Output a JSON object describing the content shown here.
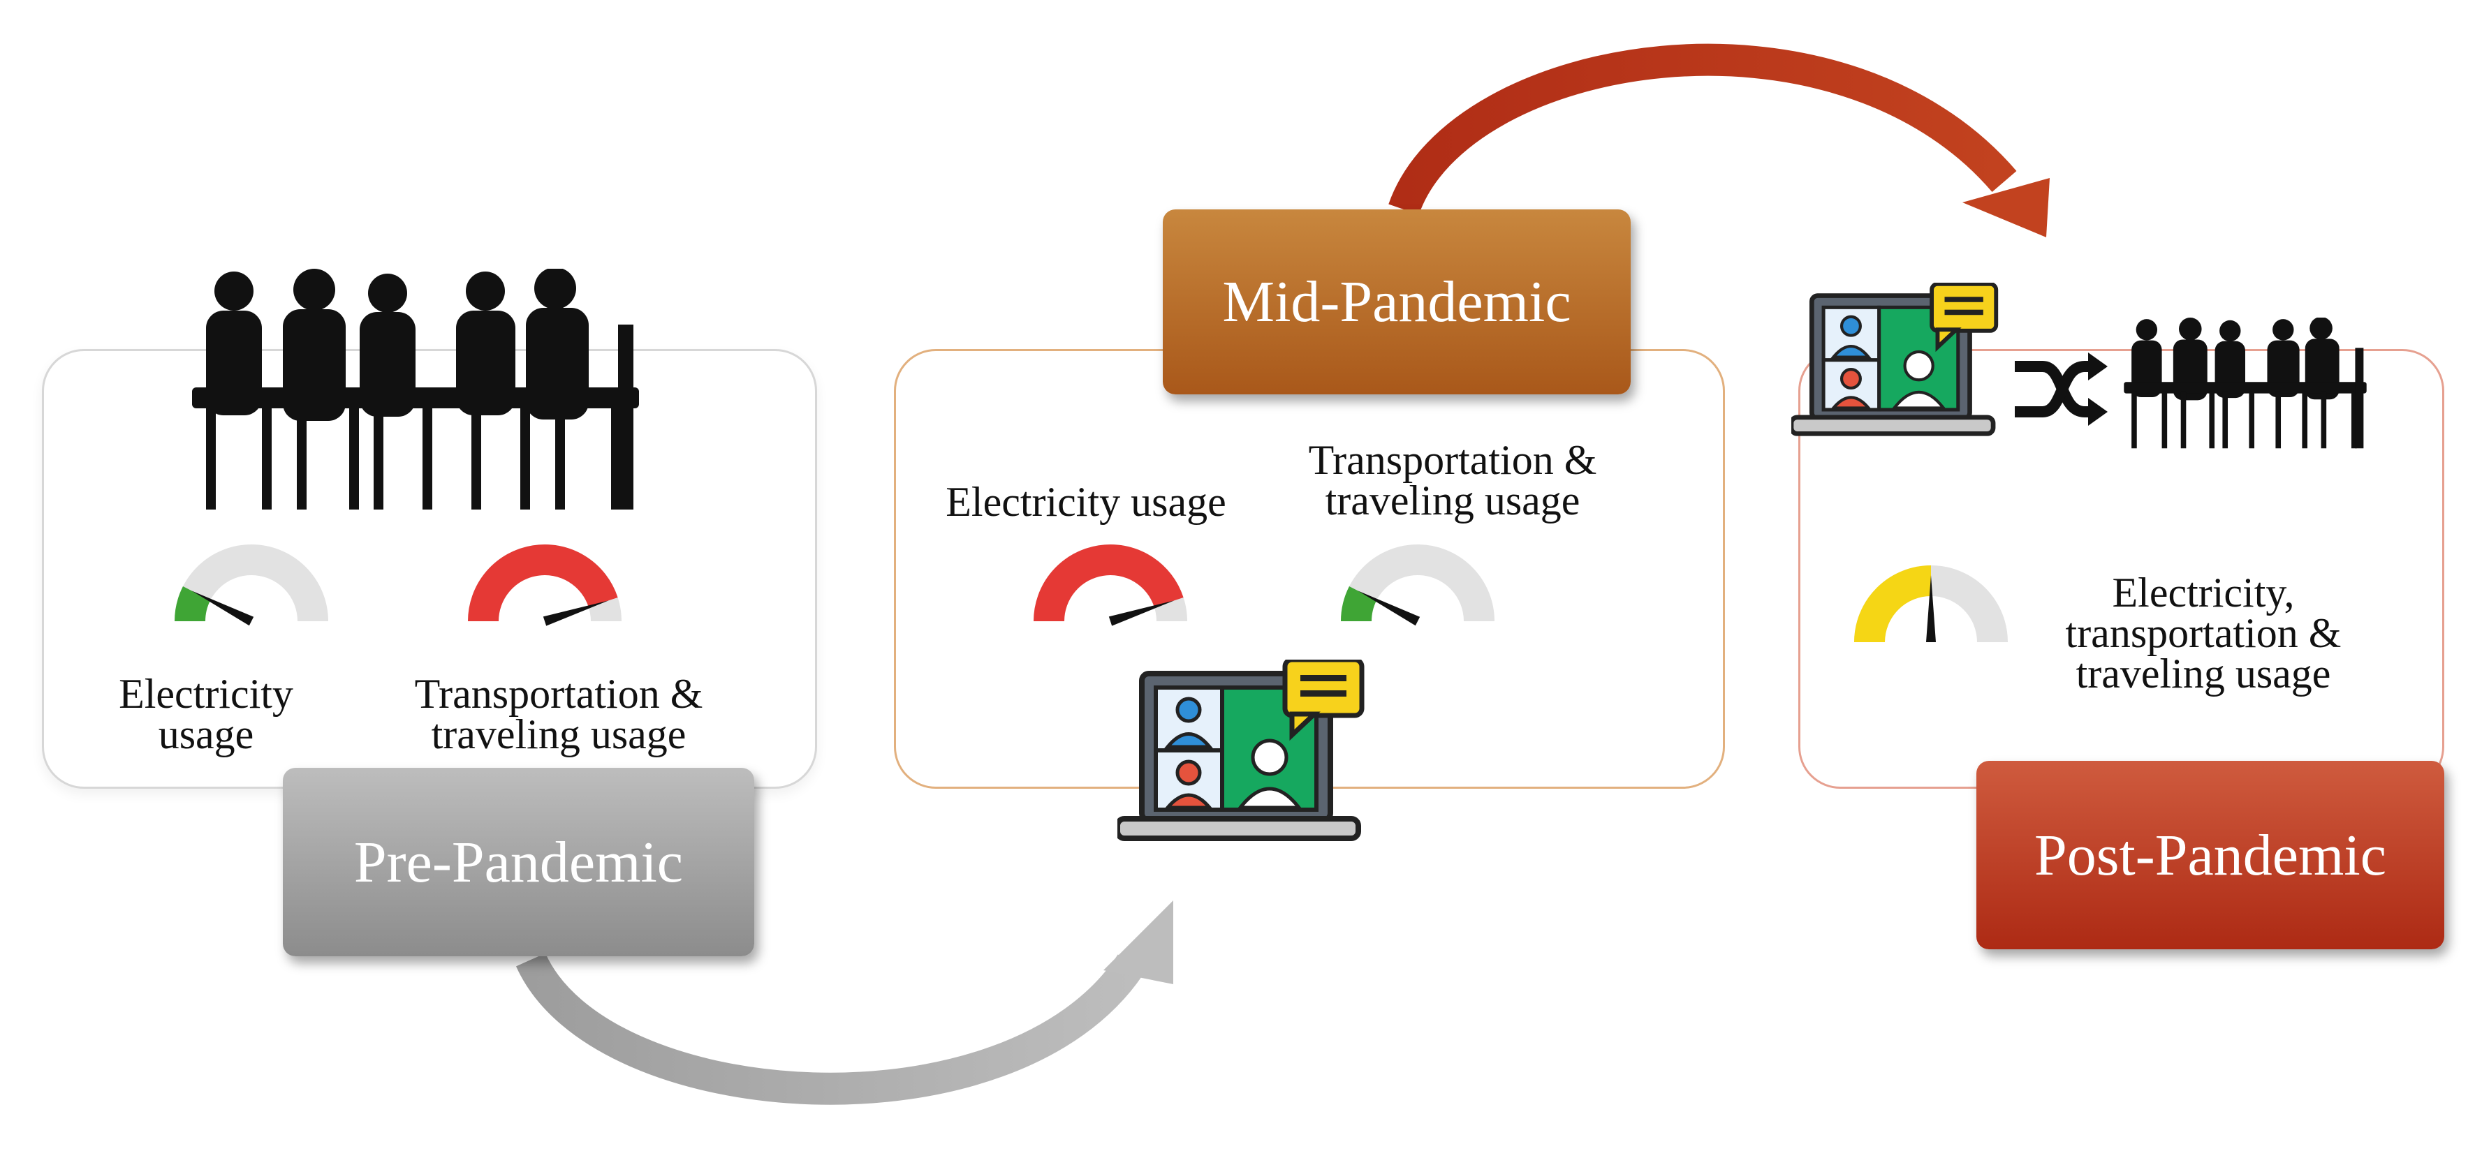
{
  "stages": {
    "pre": {
      "title": "Pre-Pandemic",
      "gauge1_label": "Electricity",
      "gauge1_label_2": "usage",
      "gauge2_label": "Transportation &",
      "gauge2_label_2": "traveling usage"
    },
    "mid": {
      "title": "Mid-Pandemic",
      "gauge1_label": "Electricity  usage",
      "gauge2_label": "Transportation &",
      "gauge2_label_2": "traveling usage"
    },
    "post": {
      "title": "Post-Pandemic",
      "gauge_label": "Electricity,",
      "gauge_label_2": "transportation &",
      "gauge_label_3": "traveling usage"
    }
  },
  "gauge_levels": {
    "pre_electricity": 0.15,
    "pre_transport": 0.9,
    "mid_electricity": 0.9,
    "mid_transport": 0.15,
    "post_combined": 0.5
  },
  "colors": {
    "low": "#3fa535",
    "high": "#e53935",
    "medium": "#f5d615",
    "track": "#e2e2e2",
    "pre_accent": "#9b9b9b",
    "mid_accent": "#b8691f",
    "post_accent": "#c23a1f"
  },
  "icons": [
    "people-meeting-silhouette-icon",
    "video-conference-laptop-icon",
    "shuffle-arrows-icon",
    "gauge-icon"
  ]
}
